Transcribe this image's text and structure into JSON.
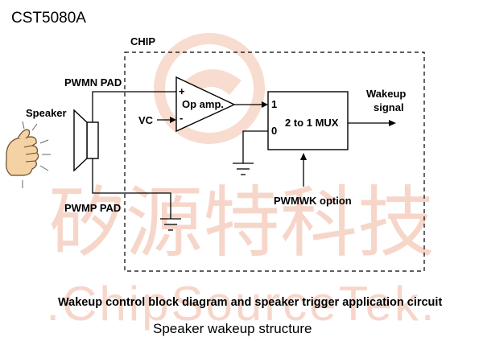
{
  "title": "CST5080A",
  "chip_label": "CHIP",
  "pins": {
    "pwmn": "PWMN PAD",
    "pwmp": "PWMP PAD",
    "vc": "VC"
  },
  "speaker_label": "Speaker",
  "opamp": {
    "label": "Op amp.",
    "plus": "+",
    "minus": "-"
  },
  "mux": {
    "label": "2 to 1 MUX",
    "in1": "1",
    "in0": "0"
  },
  "output": {
    "line1": "Wakeup",
    "line2": "signal"
  },
  "option_label": "PWMWK option",
  "caption_bold": "Wakeup control block diagram and speaker trigger application circuit",
  "caption": "Speaker wakeup structure",
  "watermark": {
    "cn": "矽源特科技",
    "en": ".ChipSourceTek."
  },
  "colors": {
    "watermark": "#f6d8cd",
    "line": "#000000"
  }
}
